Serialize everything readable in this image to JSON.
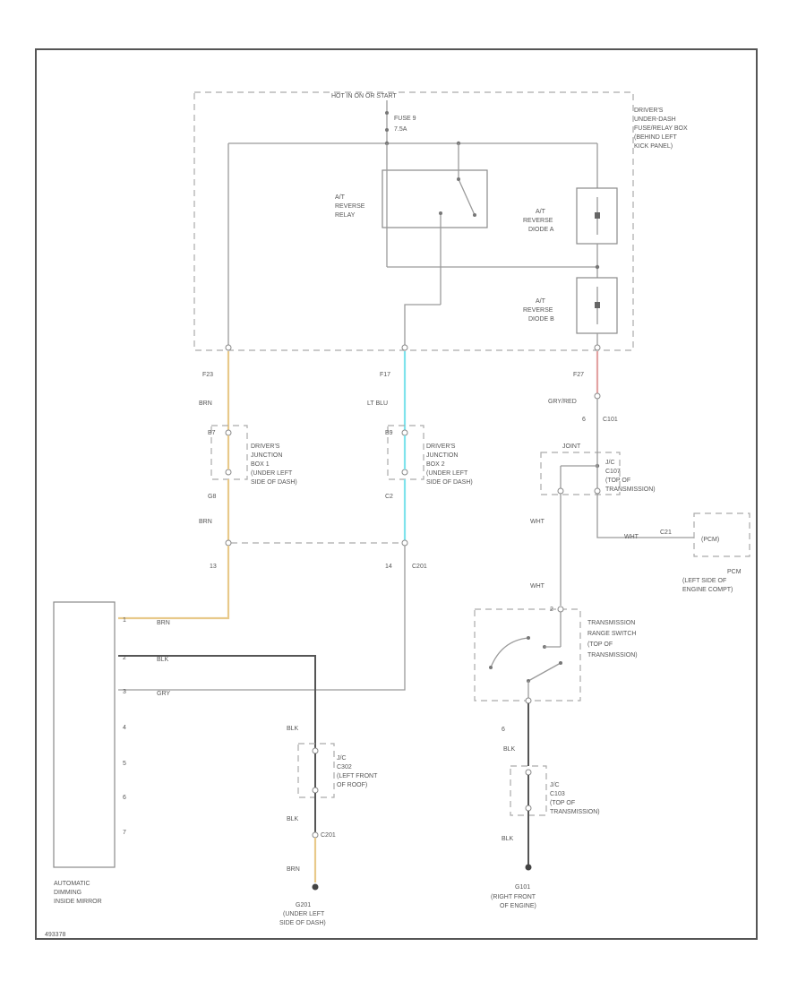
{
  "title": "HOT IN ON OR START",
  "figure_id": "493378",
  "fuse": {
    "name": "FUSE 9",
    "rating": "7.5A"
  },
  "labels": {
    "box1": [
      "DRIVER'S",
      "UNDER-DASH",
      "FUSE/RELAY BOX",
      "(BEHIND LEFT",
      "KICK PANEL)"
    ],
    "relay": [
      "A/T",
      "REVERSE",
      "RELAY"
    ],
    "diodeA": [
      "A/T",
      "REVERSE",
      "DIODE A"
    ],
    "diodeB": [
      "A/T",
      "REVERSE",
      "DIODE B"
    ],
    "pins": {
      "p_left": "F23",
      "p_mid": "F17",
      "p_right": "F27"
    },
    "wires": {
      "brn1": "BRN",
      "ltblu": "LT BLU",
      "grnred": "GRY/RED",
      "brn2": "BRN",
      "wht1": "WHT",
      "wht2": "WHT",
      "wht3": "WHT",
      "blk1": "BLK",
      "blk2": "BLK",
      "blk3": "BLK",
      "blk4": "BLK",
      "brn3": "BRN",
      "brn_m": "BRN",
      "blk_m": "BLK",
      "gry_m": "GRY"
    },
    "jb1_top": "B7",
    "jb1_bot": "G8",
    "jb1": [
      "DRIVER'S",
      "JUNCTION",
      "BOX 1",
      "(UNDER LEFT",
      "SIDE OF DASH)"
    ],
    "jb2_top": "B9",
    "jb2_bot": "C2",
    "jb2": [
      "DRIVER'S",
      "JUNCTION",
      "BOX 2",
      "(UNDER LEFT",
      "SIDE OF DASH)"
    ],
    "c101_num": "6",
    "c101": "C101",
    "jc_c107_top": "JOINT",
    "jc_c107": [
      "J/C",
      "C107",
      "(TOP OF",
      "TRANSMISSION)"
    ],
    "c201_pin": "C201",
    "pcm_box": "(PCM)",
    "pcm_conn": "C21",
    "pcm": [
      "PCM",
      "(LEFT SIDE OF",
      "ENGINE COMPT)"
    ],
    "conn_left": "13",
    "conn_mid": "14",
    "conn_label": "C201",
    "mirror_pins": [
      "1",
      "2",
      "3",
      "4",
      "5",
      "6",
      "7"
    ],
    "mirror": [
      "AUTOMATIC",
      "DIMMING",
      "INSIDE MIRROR"
    ],
    "jc_c302": [
      "J/C",
      "C302",
      "(LEFT FRONT",
      "OF ROOF)"
    ],
    "c201b": "C201",
    "g201": [
      "G201",
      "(UNDER LEFT",
      "SIDE OF DASH)"
    ],
    "trs_pin": "2",
    "trs": [
      "TRANSMISSION",
      "RANGE SWITCH",
      "(TOP OF",
      "TRANSMISSION)"
    ],
    "trs_out": "6",
    "jc_c103": [
      "J/C",
      "C103",
      "(TOP OF",
      "TRANSMISSION)"
    ],
    "g101": [
      "G101",
      "(RIGHT FRONT",
      "OF ENGINE)"
    ]
  },
  "colors": {
    "brn": "#e8c98a",
    "ltblu": "#7fe3ec",
    "grnred": "#e3a3a3",
    "wire": "#9a9a9a",
    "frame": "#555555"
  }
}
